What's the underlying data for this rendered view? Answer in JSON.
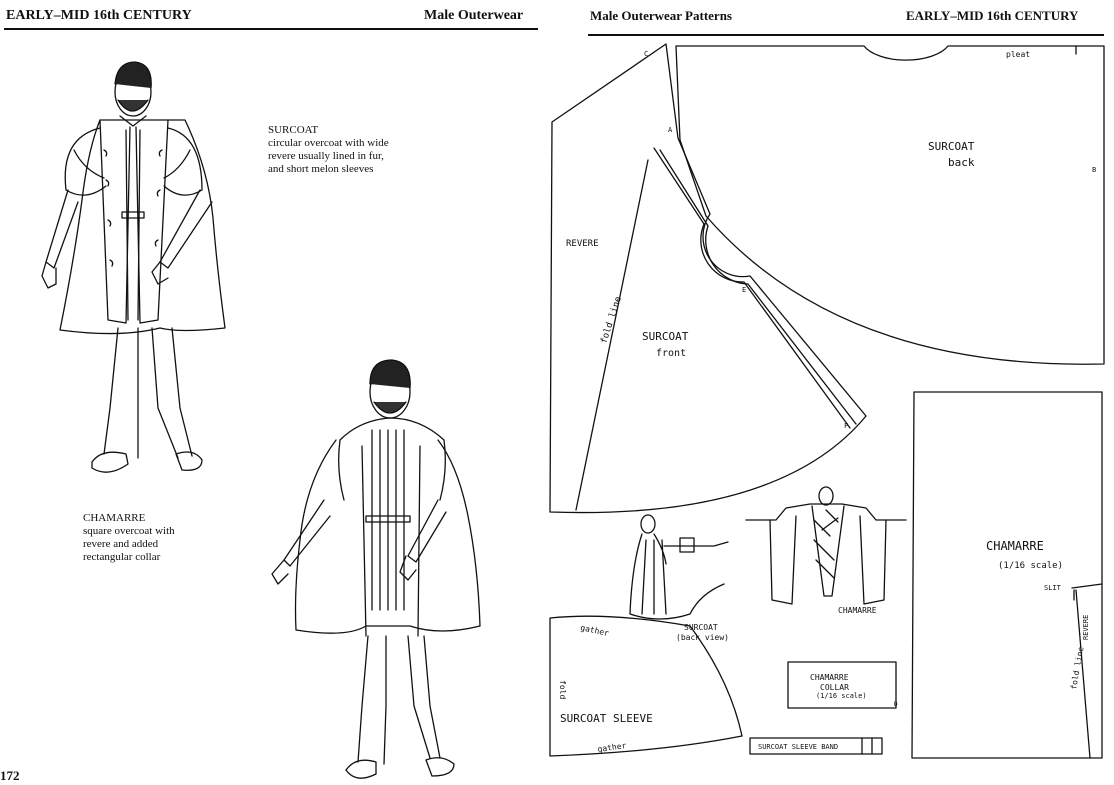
{
  "left_page": {
    "running_head": "EARLY–MID 16th CENTURY",
    "section_title": "Male Outerwear",
    "page_number": "172",
    "surcoat_caption": {
      "title": "SURCOAT",
      "lines": [
        "circular overcoat with wide",
        "revere usually lined in fur,",
        "and short melon sleeves"
      ]
    },
    "chamarre_caption": {
      "title": "CHAMARRE",
      "lines": [
        "square overcoat with",
        "revere and added",
        "rectangular collar"
      ]
    }
  },
  "right_page": {
    "section_title": "Male Outerwear Patterns",
    "running_head": "EARLY–MID 16th CENTURY",
    "pattern_labels": {
      "surcoat_back": "SURCOAT",
      "surcoat_back_sub": "back",
      "pleat": "pleat",
      "revere": "REVERE",
      "fold_line": "fold line",
      "surcoat_front": "SURCOAT",
      "surcoat_front_sub": "front",
      "chamarre": "CHAMARRE",
      "chamarre_scale": "(1/16 scale)",
      "slit": "SLIT",
      "chamarre_revere": "REVERE",
      "chamarre_fold": "fold line",
      "surcoat_back_view": "SURCOAT",
      "surcoat_back_view_sub": "(back view)",
      "chamarre_small": "CHAMARRE",
      "collar_1": "CHAMARRE",
      "collar_2": "COLLAR",
      "collar_3": "(1/16 scale)",
      "sleeve": "SURCOAT SLEEVE",
      "gather_top": "gather",
      "gather_bottom": "gather",
      "sleeve_fold": "fold",
      "sleeve_band": "SURCOAT SLEEVE BAND",
      "letter_a": "A",
      "letter_b": "B",
      "letter_c": "C",
      "letter_d": "D",
      "letter_e": "E",
      "letter_f": "F"
    }
  }
}
